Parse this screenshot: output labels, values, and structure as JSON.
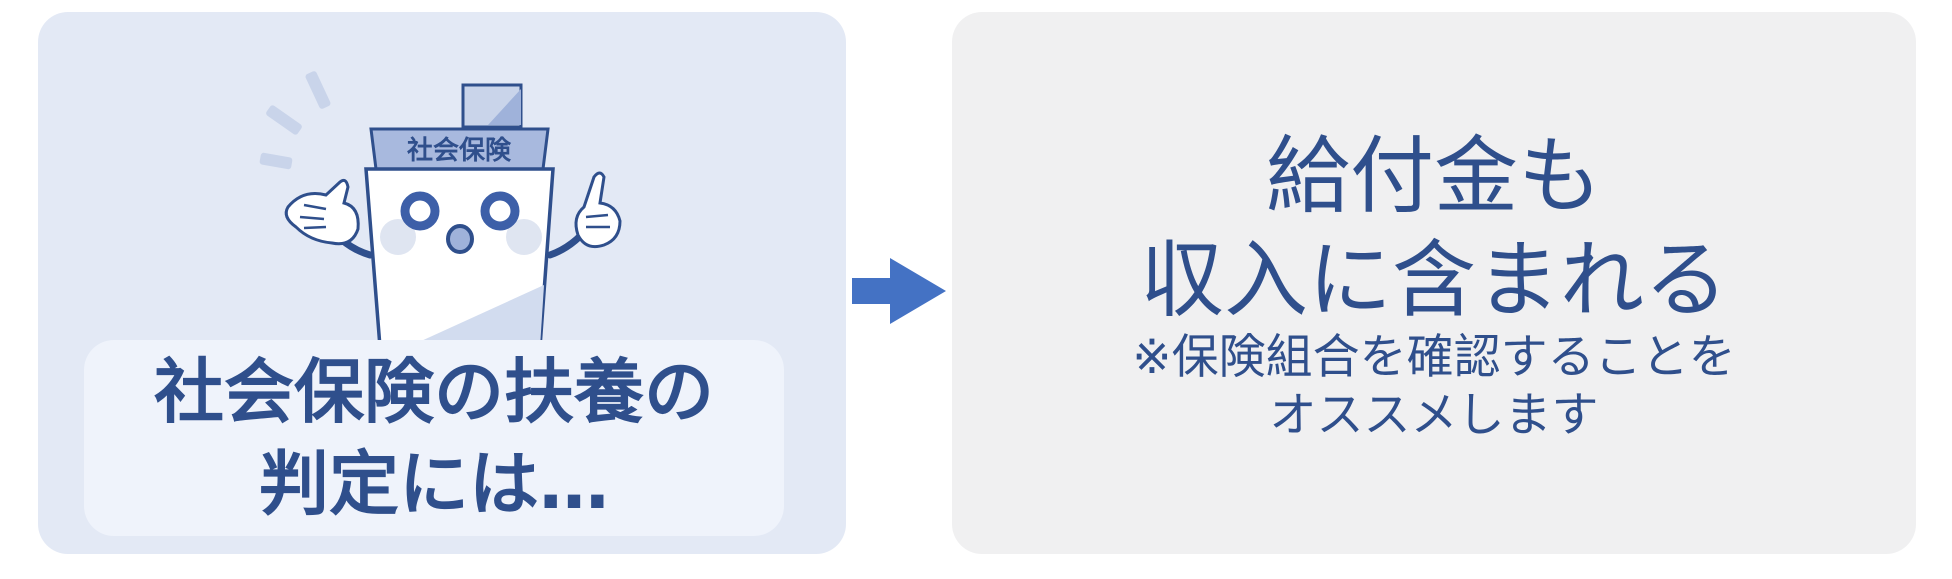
{
  "mascot": {
    "hat_label": "社会保険"
  },
  "left_panel": {
    "line1": "社会保険の扶養の",
    "line2": "判定には…"
  },
  "right_panel": {
    "headline_line1": "給付金も",
    "headline_line2": "収入に含まれる",
    "note_line1": "※保険組合を確認することを",
    "note_line2": "オススメします"
  },
  "colors": {
    "text_blue": "#2f4f8c",
    "accent_blue": "#4472c4",
    "left_panel_bg": "#e3e9f5",
    "right_panel_bg": "#f0f0f1"
  }
}
